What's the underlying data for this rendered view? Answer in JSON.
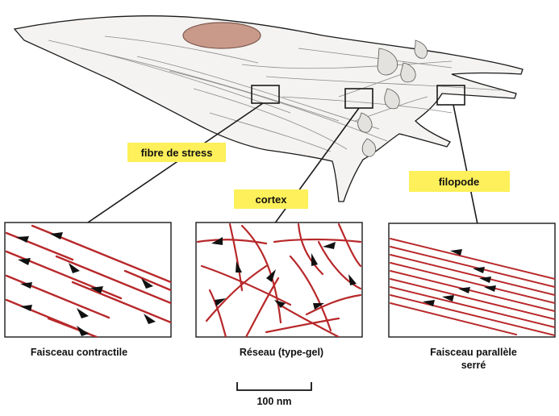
{
  "labels": {
    "stress_fiber": "fibre de stress",
    "cortex": "cortex",
    "filopodium": "filopode"
  },
  "captions": {
    "contractile": "Faisceau contractile",
    "network": "Réseau (type-gel)",
    "parallel_line1": "Faisceau parallèle",
    "parallel_line2": "serré"
  },
  "scale_bar": {
    "label": "100 nm"
  },
  "colors": {
    "label_background": "#fdf05a",
    "filament": "#b8282a",
    "nucleus": "#c99a8a",
    "outline": "#1a1a1a",
    "arrow": "#111111"
  }
}
